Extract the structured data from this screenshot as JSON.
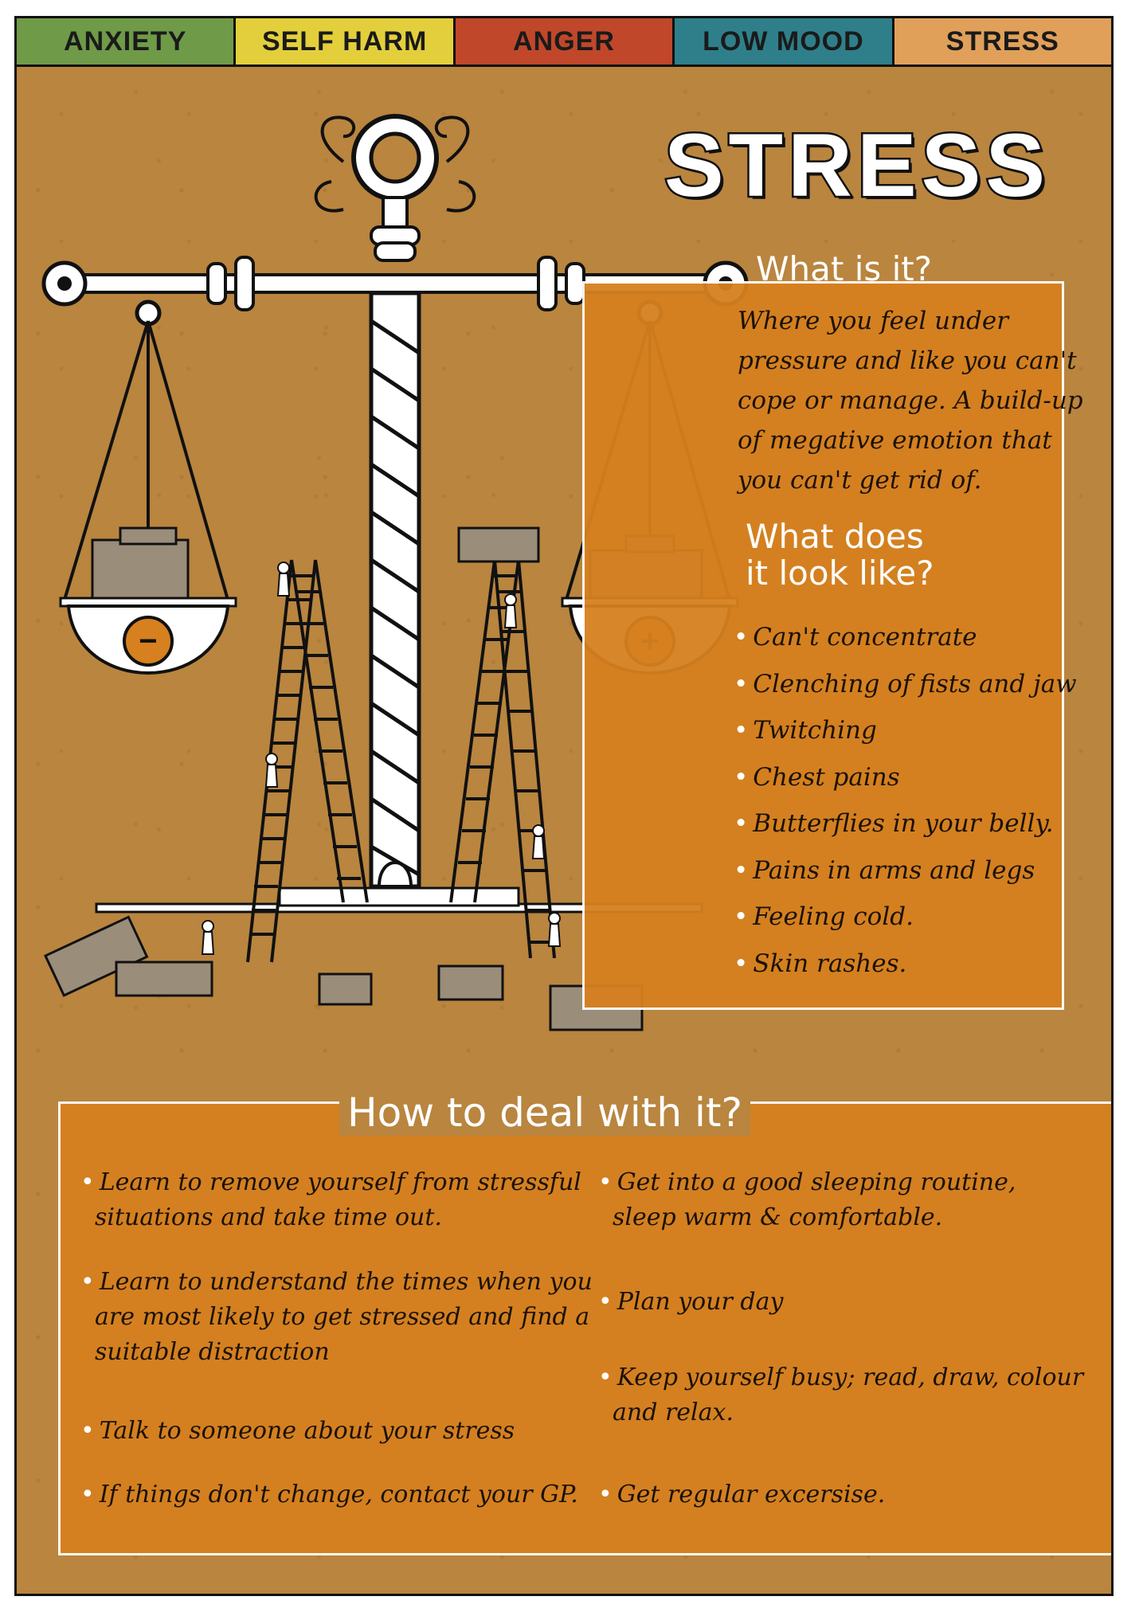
{
  "tabs": [
    {
      "label": "ANXIETY",
      "color": "#6f9a48"
    },
    {
      "label": "SELF HARM",
      "color": "#e3cf3b"
    },
    {
      "label": "ANGER",
      "color": "#c0472a"
    },
    {
      "label": "LOW MOOD",
      "color": "#2f7f8a"
    },
    {
      "label": "STRESS",
      "color": "#e0a05a"
    }
  ],
  "title": "STRESS",
  "what_is_it": {
    "heading": "What is it?",
    "lines": [
      "Where you feel under",
      "pressure and like you can't",
      "cope or manage. A build-up",
      "of megative emotion that",
      "you can't get rid of."
    ]
  },
  "what_does": {
    "heading_line1": "What does",
    "heading_line2": "it look like?",
    "items": [
      "Can't concentrate",
      "Clenching of fists and jaw",
      "Twitching",
      "Chest pains",
      "Butterflies in your belly.",
      "Pains in arms and legs",
      "Feeling cold.",
      "Skin rashes."
    ]
  },
  "how_to": {
    "heading": "How to deal with it?",
    "left": [
      [
        "Learn to remove yourself from stressful",
        "situations and take time out."
      ],
      [
        "Learn to understand the times when you",
        "are most likely to get stressed and find a",
        "suitable distraction"
      ],
      [
        "Talk to someone about your stress"
      ],
      [
        "If things don't change, contact your GP."
      ]
    ],
    "right": [
      [
        "Get into a good sleeping routine,",
        "sleep warm & comfortable."
      ],
      [
        "Plan your day"
      ],
      [
        "Keep yourself busy; read, draw, colour",
        "and relax."
      ],
      [
        "Get regular excersise."
      ]
    ]
  },
  "scale": {
    "left_pan_symbol": "−",
    "right_pan_symbol": "+"
  },
  "colors": {
    "paper": "#b9853f",
    "box": "#d6801f",
    "ink": "#111111"
  }
}
